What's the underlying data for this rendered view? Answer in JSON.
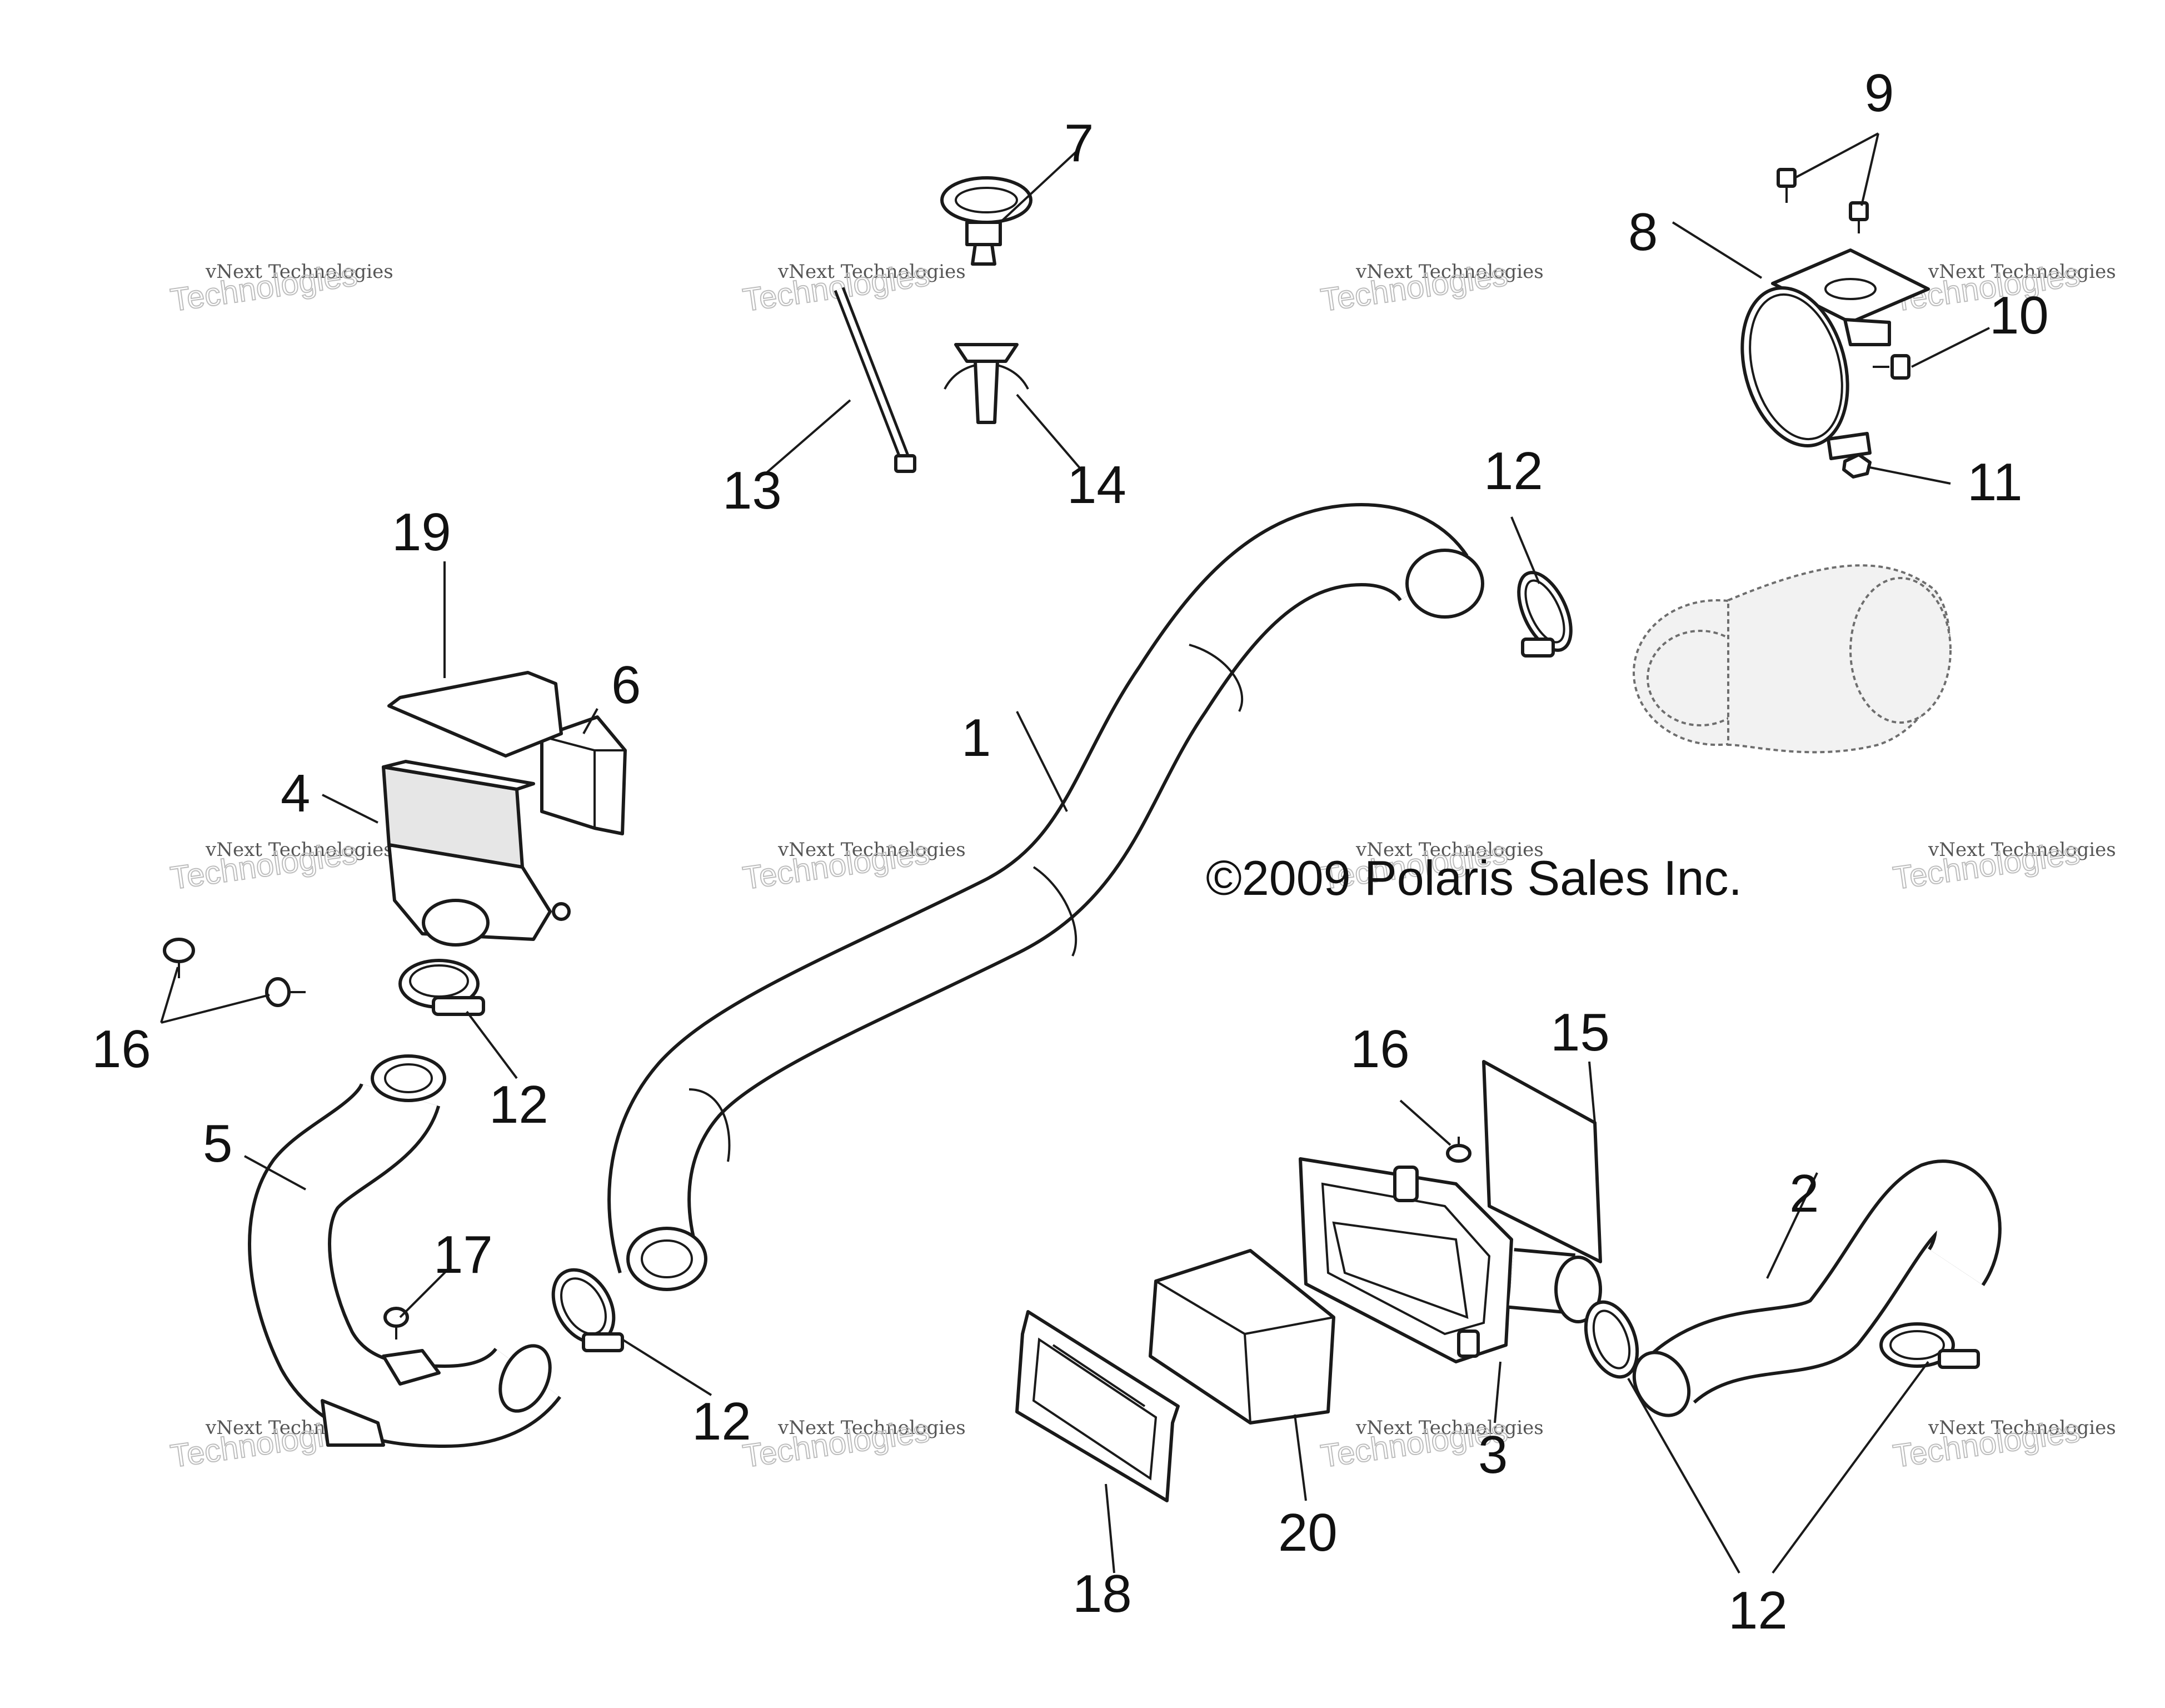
{
  "copyright": "©2009 Polaris Sales Inc.",
  "watermark": {
    "line1": "vNext Technologies",
    "line2": "Technologies"
  },
  "callouts": {
    "c1": "1",
    "c2": "2",
    "c3": "3",
    "c4": "4",
    "c5": "5",
    "c6": "6",
    "c7": "7",
    "c8": "8",
    "c9": "9",
    "c10": "10",
    "c11": "11",
    "c12a": "12",
    "c12b": "12",
    "c12c": "12",
    "c12d": "12",
    "c13": "13",
    "c14": "14",
    "c15": "15",
    "c16a": "16",
    "c16b": "16",
    "c17": "17",
    "c18": "18",
    "c19": "19",
    "c20": "20"
  },
  "colors": {
    "line": "#1a1a1a",
    "background": "#ffffff"
  }
}
